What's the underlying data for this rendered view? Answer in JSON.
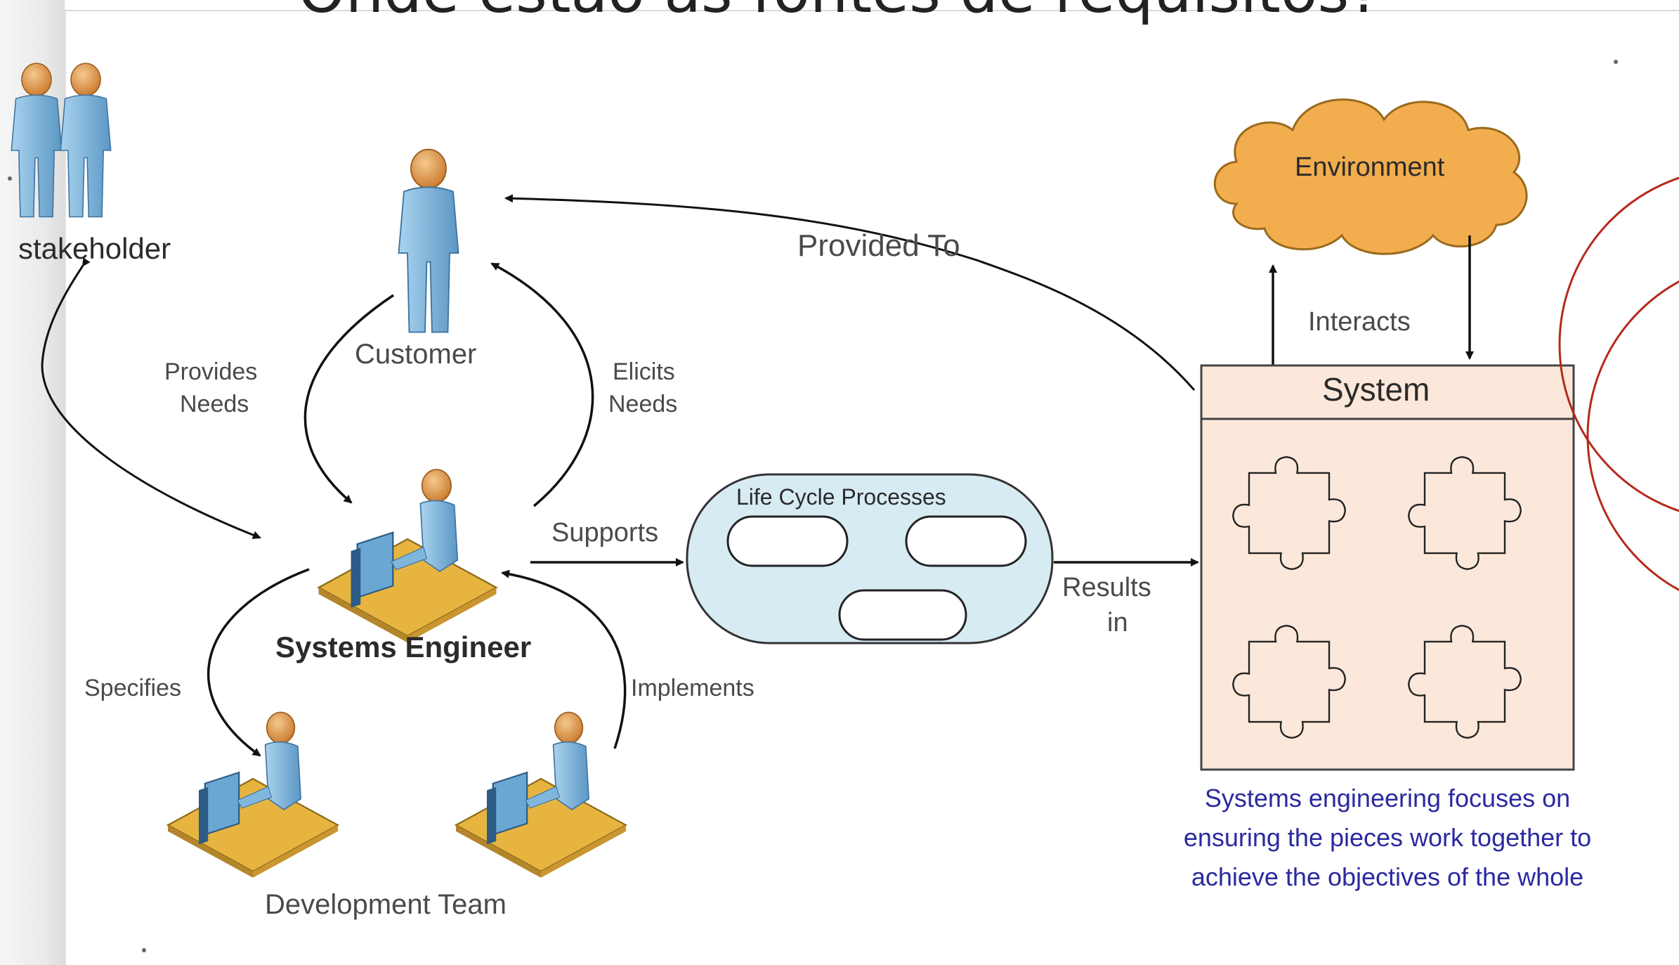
{
  "slide": {
    "title": "Onde estão as fontes de requisitos?"
  },
  "diagram": {
    "stakeholder": "stakeholder",
    "customer": "Customer",
    "provides_needs": [
      "Provides",
      "Needs"
    ],
    "elicits_needs": [
      "Elicits",
      "Needs"
    ],
    "systems_engineer": "Systems Engineer",
    "specifies": "Specifies",
    "implements": "Implements",
    "development_team": "Development Team",
    "supports": "Supports",
    "life_cycle_processes": "Life Cycle Processes",
    "results_in": [
      "Results",
      "in"
    ],
    "provided_to": "Provided To",
    "environment": "Environment",
    "interacts": "Interacts",
    "system": "System",
    "caption": [
      "Systems engineering focuses on",
      "ensuring the pieces work together to",
      "achieve the objectives of the whole"
    ]
  },
  "colors": {
    "person_blue": "#7fb6dc",
    "person_head": "#e3a056",
    "desk": "#e7b43f",
    "cloud": "#f2ad4e",
    "system_fill": "#fbe8da",
    "oval_fill": "#d7ebf3",
    "caption_blue": "#2a2aa0",
    "circle_red": "#b52a1c"
  }
}
